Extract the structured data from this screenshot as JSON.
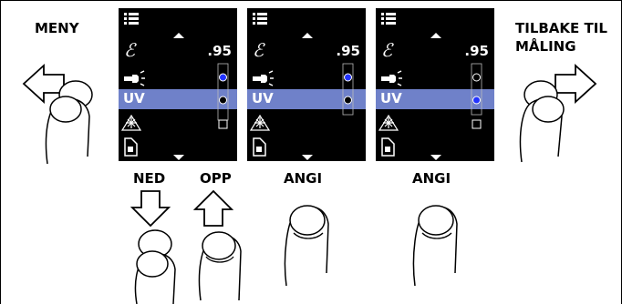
{
  "labels": {
    "menu": "MENY",
    "back_line1": "TILBAKE TIL",
    "back_line2": "MÅLING",
    "down": "NED",
    "up": "OPP",
    "set1": "ANGI",
    "set2": "ANGI"
  },
  "screens": [
    {
      "emissivity": ".95",
      "uv_label": "UV",
      "radio_selected": "top",
      "radio_cursor": "middle"
    },
    {
      "emissivity": ".95",
      "uv_label": "UV",
      "radio_selected": "top",
      "radio_cursor": "middle"
    },
    {
      "emissivity": ".95",
      "uv_label": "UV",
      "radio_selected": "middle",
      "radio_cursor": "middle"
    }
  ],
  "colors": {
    "screen_bg": "#000000",
    "highlight": "#6f81c9",
    "radio_selected": "#2233ff"
  },
  "icons": [
    "menu-icon",
    "epsilon-icon",
    "flashlight-icon",
    "laser-icon",
    "sd-card-icon",
    "arrow-up-icon",
    "arrow-down-icon",
    "arrow-left-icon",
    "arrow-right-icon",
    "finger-icon"
  ]
}
